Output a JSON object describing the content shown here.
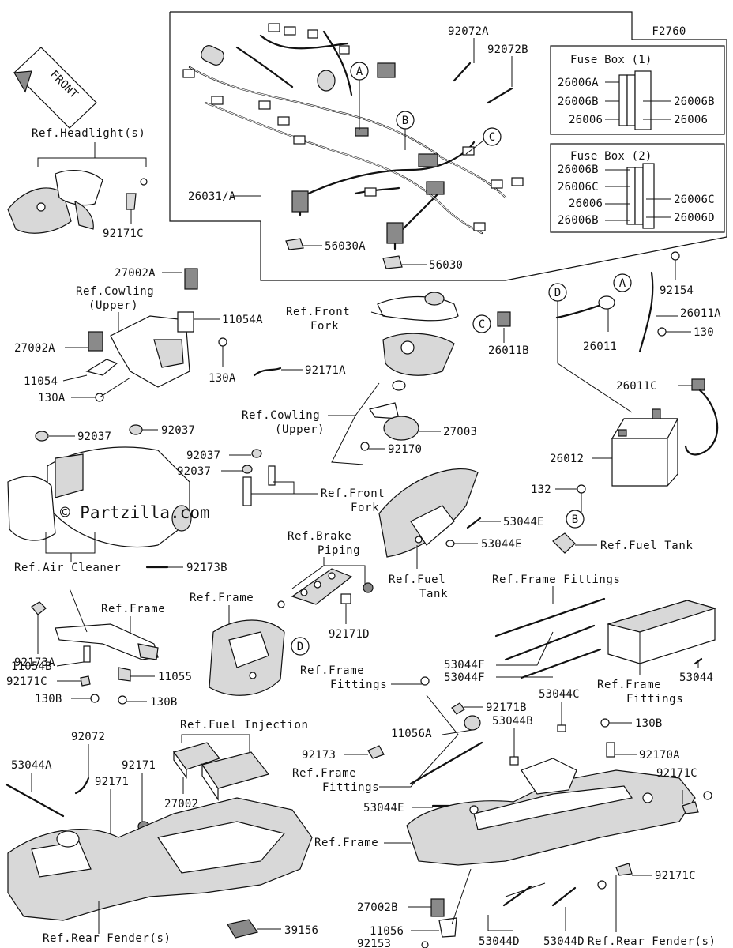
{
  "figure_code": "F2760",
  "front_arrow": {
    "text": "FRONT"
  },
  "watermark": "© Partzilla.com",
  "callouts": [
    "A",
    "B",
    "C",
    "D"
  ],
  "fuse_box_1": {
    "title": "Fuse Box (1)",
    "left_labels": [
      "26006A",
      "26006B",
      "26006"
    ],
    "right_labels": [
      "26006B",
      "26006"
    ]
  },
  "fuse_box_2": {
    "title": "Fuse Box (2)",
    "left_labels": [
      "26006B",
      "26006C",
      "26006",
      "26006B"
    ],
    "right_labels": [
      "26006C",
      "26006D"
    ]
  },
  "part_labels": {
    "p92072A": "92072A",
    "p92072B": "92072B",
    "p26031A": "26031/A",
    "p56030A": "56030A",
    "p56030": "56030",
    "p92171C_head": "92171C",
    "p27002A_top": "27002A",
    "p11054A": "11054A",
    "p27002A_left": "27002A",
    "p11054": "11054",
    "p130A_left": "130A",
    "p130A_right": "130A",
    "p92171A": "92171A",
    "p26011B": "26011B",
    "p92154": "92154",
    "p26011A": "26011A",
    "p26011": "26011",
    "p130_batt": "130",
    "p26011C": "26011C",
    "p26012": "26012",
    "p27003": "27003",
    "p92170": "92170",
    "p92037_a": "92037",
    "p92037_b": "92037",
    "p92037_c": "92037",
    "p92037_d": "92037",
    "p53044E_a": "53044E",
    "p53044E_b": "53044E",
    "p132": "132",
    "p92173B": "92173B",
    "p92171D": "92171D",
    "p92173A": "92173A",
    "p11054B": "11054B",
    "p92171C_left": "92171C",
    "p130B_a": "130B",
    "p11055": "11055",
    "p130B_b": "130B",
    "p53044F_a": "53044F",
    "p53044F_b": "53044F",
    "p53044_box": "53044",
    "p92171B": "92171B",
    "p11056A": "11056A",
    "p53044C": "53044C",
    "p53044B": "53044B",
    "p130B_c": "130B",
    "p92170A": "92170A",
    "p92173": "92173",
    "p53044E_c": "53044E",
    "p92171C_a": "92171C",
    "p92171C_b": "92171C",
    "p27002B": "27002B",
    "p11056": "11056",
    "p92153": "92153",
    "p53044D_a": "53044D",
    "p53044D_b": "53044D",
    "p92072": "92072",
    "p53044A": "53044A",
    "p92171_a": "92171",
    "p92171_b": "92171",
    "p27002": "27002",
    "p39156": "39156"
  },
  "reference_labels": {
    "headlight": "Ref.Headlight(s)",
    "cowling_upper_1": "Ref.Cowling",
    "cowling_upper_1b": "(Upper)",
    "front_fork_1": "Ref.Front",
    "front_fork_1b": "Fork",
    "cowling_upper_2": "Ref.Cowling",
    "cowling_upper_2b": "(Upper)",
    "front_fork_2": "Ref.Front",
    "front_fork_2b": "Fork",
    "air_cleaner": "Ref.Air Cleaner",
    "brake_piping": "Ref.Brake",
    "brake_piping_b": "Piping",
    "fuel_tank_1": "Ref.Fuel",
    "fuel_tank_1b": "Tank",
    "fuel_tank_2": "Ref.Fuel Tank",
    "frame_fittings_1": "Ref.Frame Fittings",
    "frame_1": "Ref.Frame",
    "frame_2": "Ref.Frame",
    "frame_fittings_2": "Ref.Frame",
    "frame_fittings_2b": "Fittings",
    "frame_fittings_3": "Ref.Frame",
    "frame_fittings_3b": "Fittings",
    "fuel_injection": "Ref.Fuel Injection",
    "frame_fittings_4": "Ref.Frame",
    "frame_fittings_4b": "Fittings",
    "frame_3": "Ref.Frame",
    "rear_fender_1": "Ref.Rear Fender(s)",
    "rear_fender_2": "Ref.Rear Fender(s)"
  }
}
